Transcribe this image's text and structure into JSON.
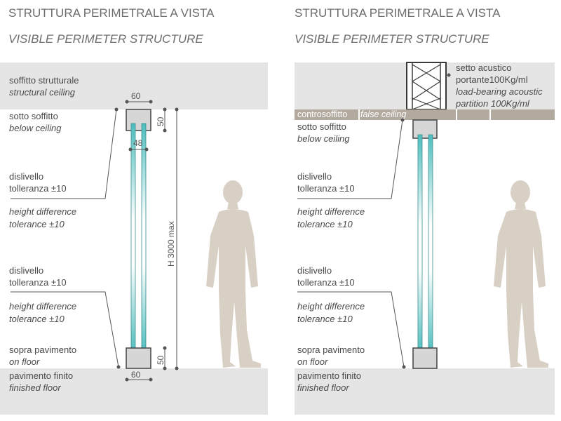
{
  "left": {
    "title_it": "STRUTTURA PERIMETRALE A VISTA",
    "title_en": "VISIBLE PERIMETER STRUCTURE",
    "ceiling_it": "soffitto strutturale",
    "ceiling_en": "structural ceiling",
    "below_it": "sotto soffitto",
    "below_en": "below ceiling",
    "diff1_it_1": "dislivello",
    "diff1_it_2": "tolleranza ±10",
    "diff1_en_1": "height difference",
    "diff1_en_2": "tolerance ±10",
    "diff2_it_1": "dislivello",
    "diff2_it_2": "tolleranza ±10",
    "diff2_en_1": "height difference",
    "diff2_en_2": "tolerance ±10",
    "onfloor_it": "sopra pavimento",
    "onfloor_en": "on floor",
    "finished_it": "pavimento finito",
    "finished_en": "finished floor",
    "dim_top_width": "60",
    "dim_inner": "48",
    "dim_top_height": "50",
    "dim_height": "H 3000 max",
    "dim_bottom_height": "50",
    "dim_bottom_width": "60"
  },
  "right": {
    "title_it": "STRUTTURA PERIMETRALE  A VISTA",
    "title_en": "VISIBLE PERIMETER STRUCTURE",
    "acoustic_it_1": "setto acustico",
    "acoustic_it_2": "portante100Kg/ml",
    "acoustic_en_1": "load-bearing acoustic",
    "acoustic_en_2": "partition 100Kg/ml",
    "false_it": "controsoffitto",
    "false_en": "false ceiling",
    "below_it": "sotto soffitto",
    "below_en": "below ceiling",
    "diff1_it_1": "dislivello",
    "diff1_it_2": "tolleranza ±10",
    "diff1_en_1": "height difference",
    "diff1_en_2": "tolerance ±10",
    "diff2_it_1": "dislivello",
    "diff2_it_2": "tolleranza ±10",
    "diff2_en_1": "height difference",
    "diff2_en_2": "tolerance ±10",
    "onfloor_it": "sopra pavimento",
    "onfloor_en": "on floor",
    "finished_it": "pavimento finito",
    "finished_en": "finished floor"
  },
  "colors": {
    "band": "#e5e5e5",
    "glass": "#4dbdbd",
    "frame": "#444444",
    "profile_fill": "#d6d6d6",
    "false_ceiling": "#b3aa9f",
    "person": "#d9d0c5",
    "leader": "#555555"
  }
}
